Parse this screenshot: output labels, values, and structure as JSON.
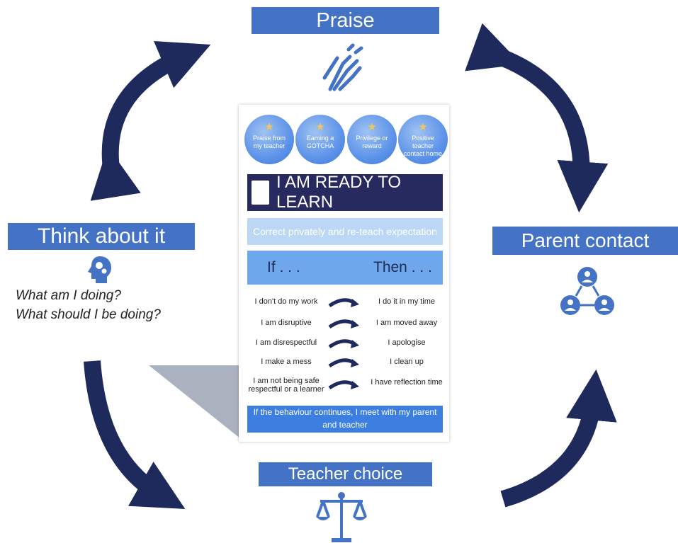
{
  "labels": {
    "praise": "Praise",
    "think": "Think about it",
    "parent": "Parent contact",
    "teacher": "Teacher choice"
  },
  "think_questions": [
    "What am I doing?",
    "What should I be doing?"
  ],
  "poster": {
    "circles": [
      "Praise from my teacher",
      "Earning a GOTCHA",
      "Privilege or reward",
      "Positive teacher contact home"
    ],
    "title": "I AM READY TO LEARN",
    "correct": "Correct privately and re-teach expectation",
    "if_label": "If . . .",
    "then_label": "Then . . .",
    "rows": [
      {
        "if": "I don't do my work",
        "then": "I do it in my time"
      },
      {
        "if": "I am disruptive",
        "then": "I am moved away"
      },
      {
        "if": "I am disrespectful",
        "then": "I apologise"
      },
      {
        "if": "I make a mess",
        "then": "I clean up"
      },
      {
        "if": "I am not being safe respectful or a learner",
        "then": "I have reflection time"
      }
    ],
    "bottom": "If the behaviour continues, I meet with my parent and teacher"
  },
  "icons": [
    "clapping-hands-icon",
    "head-gears-icon",
    "people-network-icon",
    "balance-scale-icon"
  ],
  "colors": {
    "label_bg": "#4472c4",
    "arrow": "#1f2a5c",
    "poster_dark": "#262a5e",
    "poster_light": "#bcd7f4",
    "poster_mid": "#6ea7ec",
    "poster_blue": "#3c7fe0",
    "icon_blue": "#4472c4"
  }
}
